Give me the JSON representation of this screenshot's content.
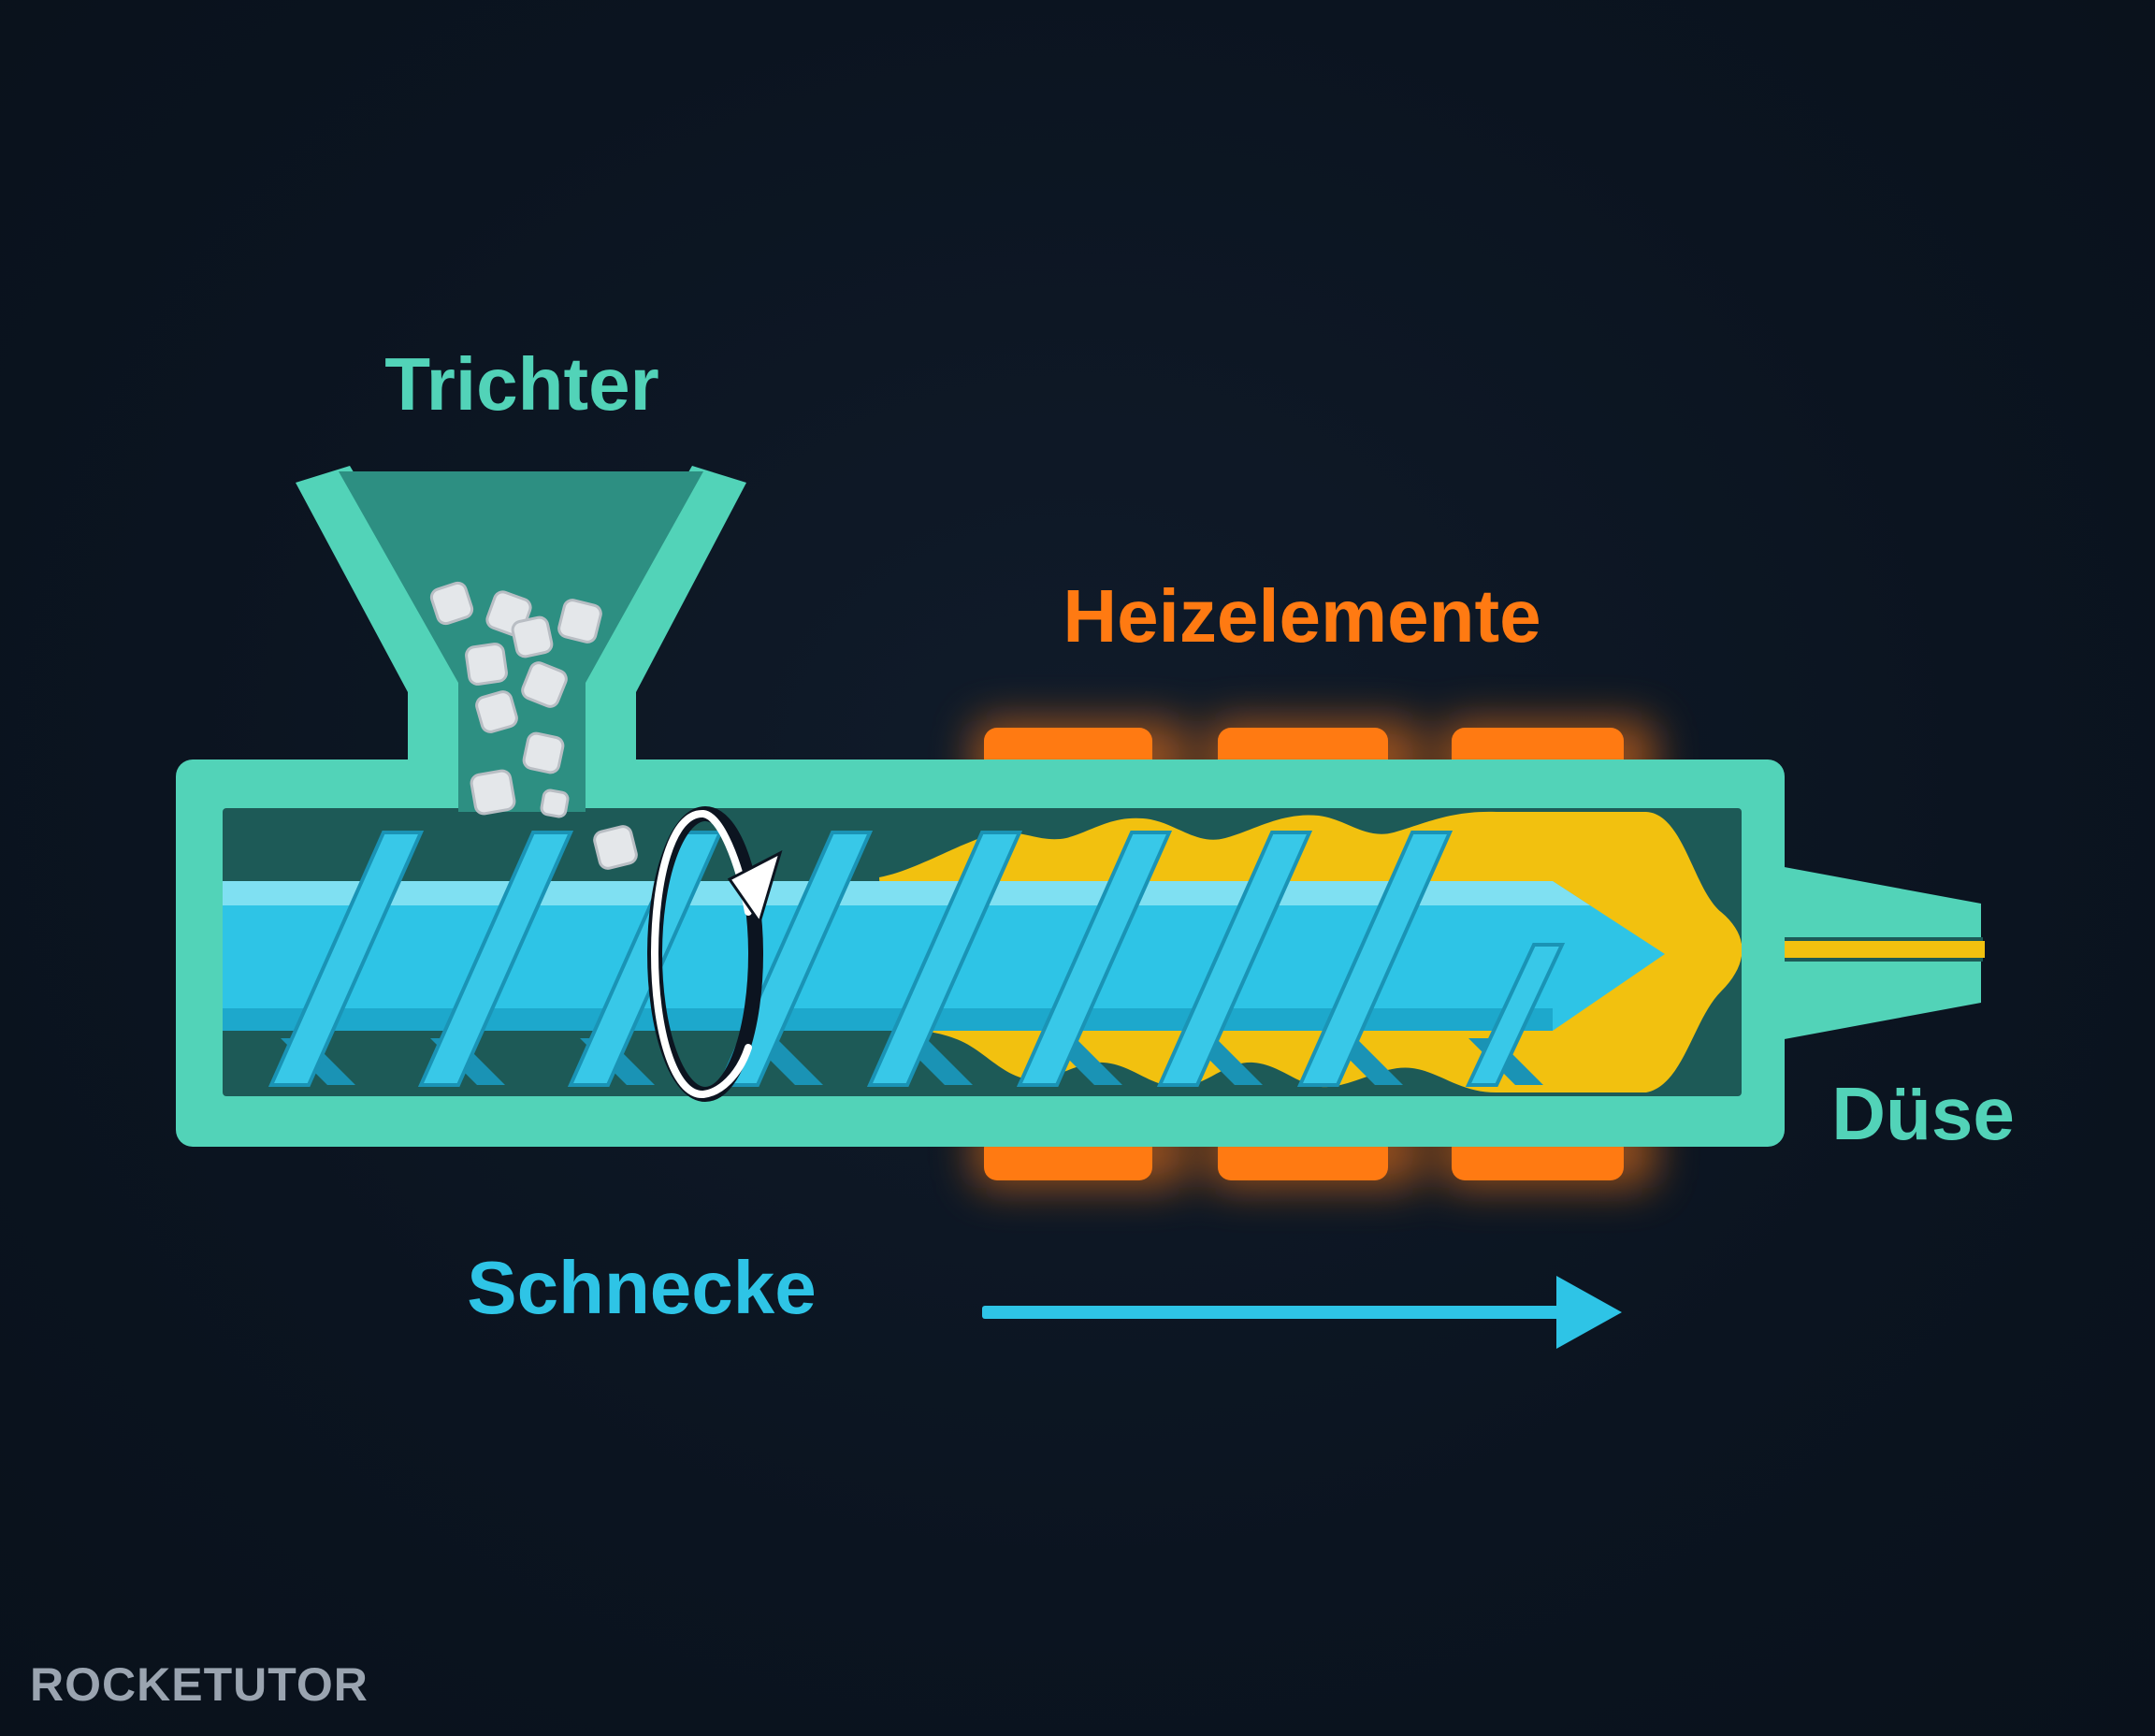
{
  "labels": {
    "hopper": "Trichter",
    "heaters": "Heizelemente",
    "screw": "Schnecke",
    "nozzle": "Düse"
  },
  "brand": {
    "text": "ROCKETUTOR"
  },
  "colors": {
    "background": "#0b1420",
    "barrel": "#52d3b8",
    "barrel_inner": "#1d5a57",
    "hopper_fill": "#2d8f82",
    "screw": "#2ec4e6",
    "screw_dark": "#1a93b5",
    "melt": "#f2c10f",
    "heater": "#ff7a12",
    "pellet": "#e4e7ea",
    "rotation_arrow": "#ffffff",
    "hopper_label": "#52d3b8",
    "heater_label": "#ff7a12",
    "screw_label": "#2ec4e6",
    "nozzle_label": "#52d3b8"
  },
  "icons": {
    "rotation": "rotation-arrow-icon",
    "direction": "arrow-right-icon"
  }
}
